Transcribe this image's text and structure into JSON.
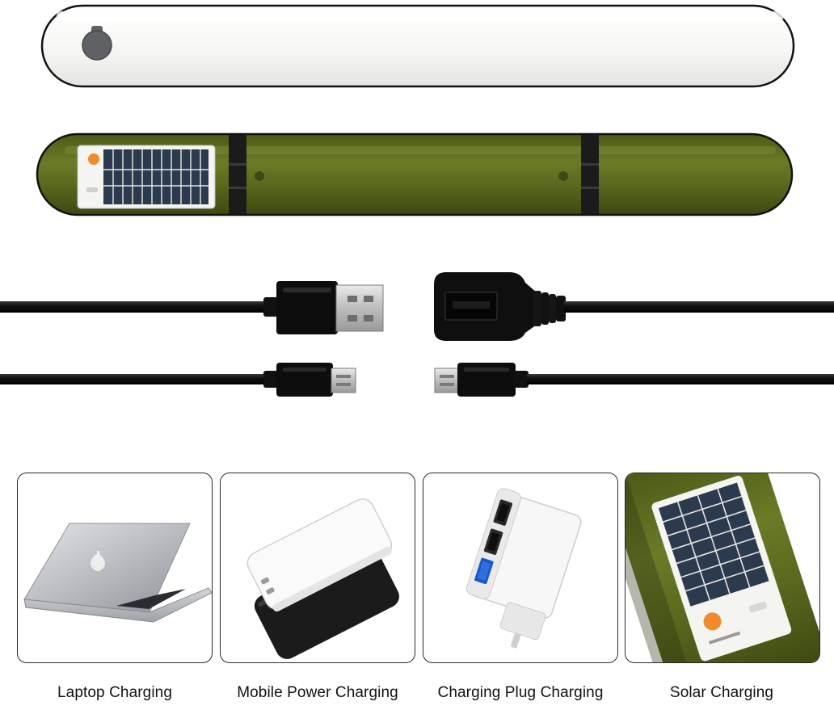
{
  "captions": {
    "laptop": "Laptop Charging",
    "power_bank": "Mobile Power Charging",
    "plug": "Charging Plug Charging",
    "solar": "Solar Charging"
  },
  "colors": {
    "light_body": "#f7f7f5",
    "olive_body": "#5b6b1f",
    "band": "#1b1b1b",
    "cable": "#121212",
    "metal": "#c9c9c9",
    "panel": "#2c3a4e",
    "badge": "#f08a2a"
  },
  "icons": {
    "light_button": "round-button-icon",
    "solar_panel": "solar-panel-icon",
    "usb_a_male": "usb-a-plug-icon",
    "usb_a_female": "usb-a-socket-icon",
    "micro_usb": "micro-usb-plug-icon",
    "laptop": "laptop-icon",
    "power_bank": "power-bank-icon",
    "wall_charger": "wall-charger-icon"
  }
}
